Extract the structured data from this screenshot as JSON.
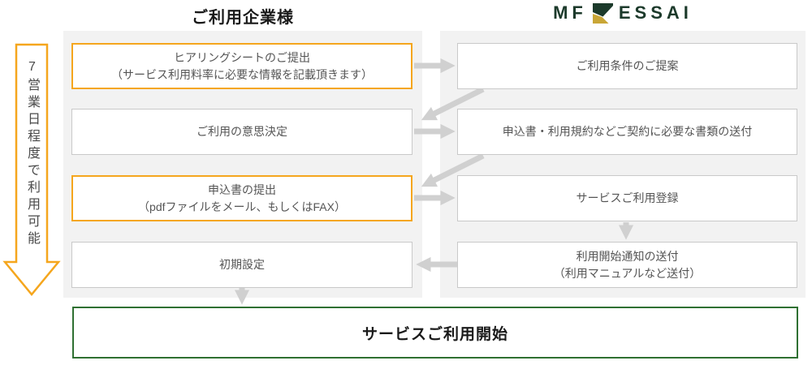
{
  "page": {
    "client_header": "ご利用企業様",
    "logo": {
      "mf": "MF",
      "essai": "ESSAI"
    }
  },
  "timeline": {
    "label": "7営業日程度で利用可能"
  },
  "steps": {
    "client": [
      {
        "label": "ヒアリングシートのご提出\n（サービス利用料率に必要な情報を記載頂きます）",
        "highlighted": true
      },
      {
        "label": "ご利用の意思決定",
        "highlighted": false
      },
      {
        "label": "申込書の提出\n（pdfファイルをメール、もしくはFAX）",
        "highlighted": true
      },
      {
        "label": "初期設定",
        "highlighted": false
      }
    ],
    "vendor": [
      {
        "label": "ご利用条件のご提案"
      },
      {
        "label": "申込書・利用規約などご契約に必要な書類の送付"
      },
      {
        "label": "サービスご利用登録"
      },
      {
        "label": "利用開始通知の送付\n（利用マニュアルなど送付）"
      }
    ]
  },
  "final_step": {
    "label": "サービスご利用開始"
  },
  "icons": {
    "timeline_arrow": "down-arrow-outline",
    "logo_mark": "mfkessai-k-mark"
  },
  "colors": {
    "accent_orange": "#f5a61d",
    "logo_green": "#1c3a2b",
    "logo_gold": "#c9a636",
    "final_green": "#2f7032",
    "panel_gray": "#f2f2f2",
    "box_border_gray": "#c9c9c9",
    "arrow_gray": "#d0d0d0",
    "text_gray": "#555555"
  }
}
